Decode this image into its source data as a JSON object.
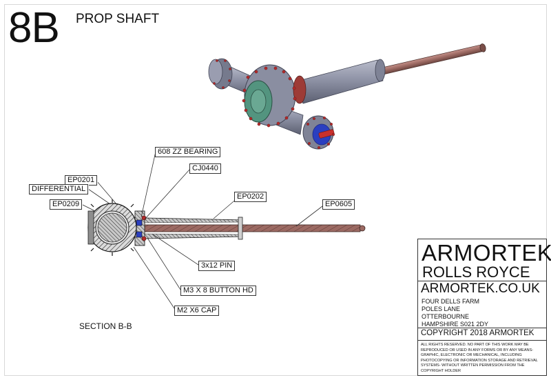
{
  "page": {
    "number": "8B",
    "title": "PROP SHAFT",
    "section_label": "SECTION B-B"
  },
  "callouts": [
    {
      "id": "bearing",
      "text": "608 ZZ BEARING"
    },
    {
      "id": "cj0440",
      "text": "CJ0440"
    },
    {
      "id": "ep0201",
      "text": "EP0201"
    },
    {
      "id": "differential",
      "text": "DIFFERENTIAL"
    },
    {
      "id": "ep0209",
      "text": "EP0209"
    },
    {
      "id": "ep0202",
      "text": "EP0202"
    },
    {
      "id": "ep0605",
      "text": "EP0605"
    },
    {
      "id": "pin",
      "text": "3x12 PIN"
    },
    {
      "id": "button",
      "text": "M3 X 8 BUTTON HD"
    },
    {
      "id": "cap",
      "text": "M2 X6 CAP"
    }
  ],
  "title_block": {
    "brand": "ARMORTEK",
    "model": "ROLLS ROYCE",
    "website": "ARMORTEK.CO.UK",
    "address": [
      "FOUR DELLS FARM",
      "POLES LANE",
      "OTTERBOURNE",
      "HAMPSHIRE S021 2DY"
    ],
    "copyright": "COPYRIGHT 2018 ARMORTEK",
    "legal": "ALL RIGHTS RESERVED. NO PART OF THIS WORK MAY BE REPRODUCED OR USED IN ANY FORMS OR BY ANY MEANS- GRAPHIC, ELECTRONIC OR MECHANICAL, INCLUDING PHOTOCOPYING OR INFORMATION STORAGE AND RETRIEVAL SYSTEMS- WITHOUT WRITTEN PERMISSION FROM THE COPYRIGHT HOLDER"
  },
  "colors": {
    "housing": "#8f93a6",
    "shaft": "#9c6a63",
    "flange_blue": "#2b3fc0",
    "center_green": "#4f8f7c",
    "bolt_red": "#b32a2a",
    "hatch": "#3a3a3a"
  }
}
